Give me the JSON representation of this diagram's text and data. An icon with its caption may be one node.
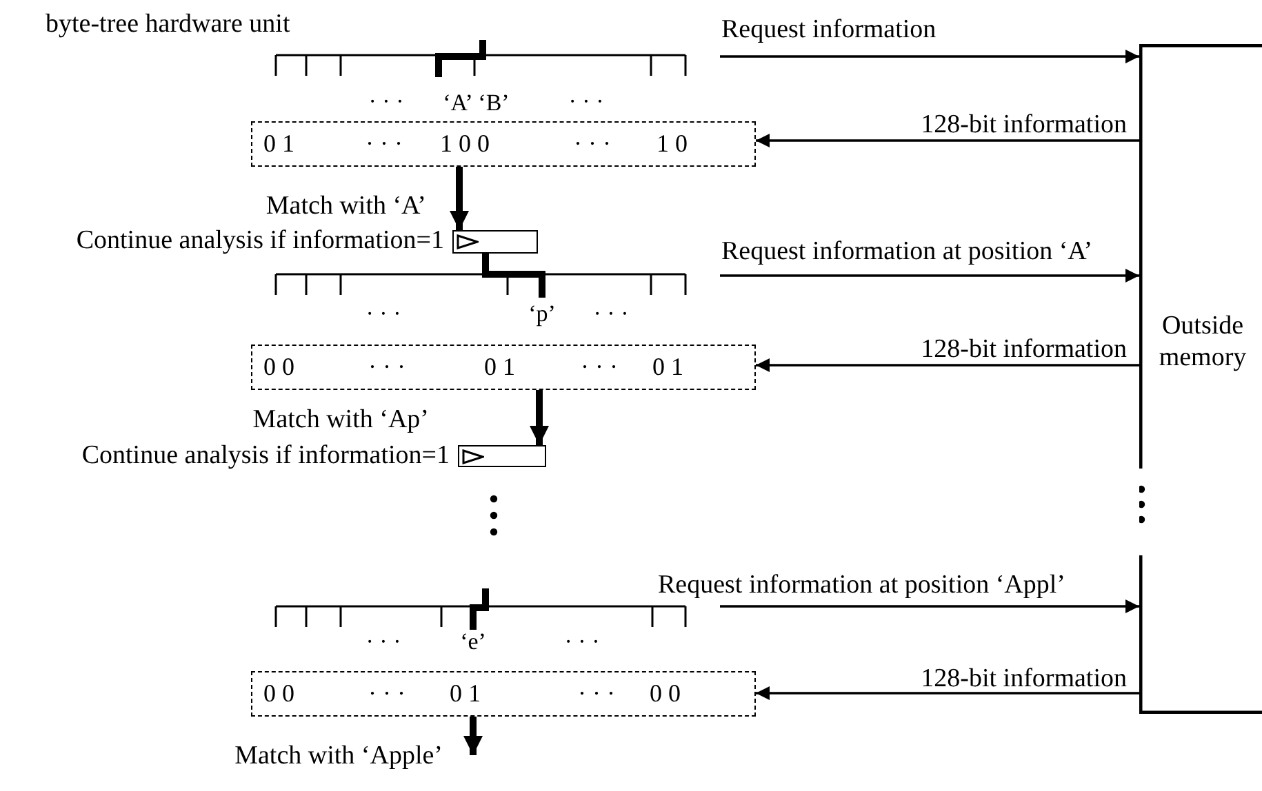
{
  "diagram": {
    "nodes": [
      {
        "text": [
          "Outside memory"
        ]
      },
      {
        "text": [
          "0 1",
          "· · ·",
          "1 0 0",
          "· · ·",
          "1 0"
        ]
      },
      {
        "text": [
          "0 0",
          "· · ·",
          "0 1",
          "· · ·",
          "0 1"
        ]
      },
      {
        "text": [
          "0 0",
          "· · ·",
          "0 1",
          "· · ·",
          "0 0"
        ]
      },
      {
        "text": [],
        "shape": "box",
        "beside": [
          "Continue analysis if information=1"
        ]
      },
      {
        "text": [],
        "shape": "box",
        "beside": [
          "Continue analysis if information=1"
        ]
      }
    ],
    "edges": [
      {
        "from": null,
        "to": 0,
        "arrow": "to",
        "label": "Request information"
      },
      {
        "from": 0,
        "to": 1,
        "arrow": "to",
        "label": "128-bit information"
      },
      {
        "from": 1,
        "to": 4,
        "arrow": "to",
        "label": "Match with ‘A’",
        "style": "thick"
      },
      {
        "from": null,
        "to": 0,
        "arrow": "to",
        "label": "Request information at position ‘A’"
      },
      {
        "from": 0,
        "to": 2,
        "arrow": "to",
        "label": "128-bit information"
      },
      {
        "from": 2,
        "to": 5,
        "arrow": "to",
        "label": "Match with ‘Ap’",
        "style": "thick"
      },
      {
        "from": null,
        "to": 0,
        "arrow": "to",
        "label": "Request information at position ‘Appl’"
      },
      {
        "from": 0,
        "to": 3,
        "arrow": "to",
        "label": "128-bit information"
      },
      {
        "from": 3,
        "to": null,
        "arrow": "to",
        "label": "Match with ‘Apple’",
        "style": "thick"
      }
    ],
    "labels": [
      "byte-tree hardware unit",
      "· · ·",
      "‘A’",
      "‘B’",
      "· · ·",
      "· · ·",
      "‘p’",
      "· · ·",
      "· · ·",
      "‘e’",
      "· · ·"
    ]
  }
}
